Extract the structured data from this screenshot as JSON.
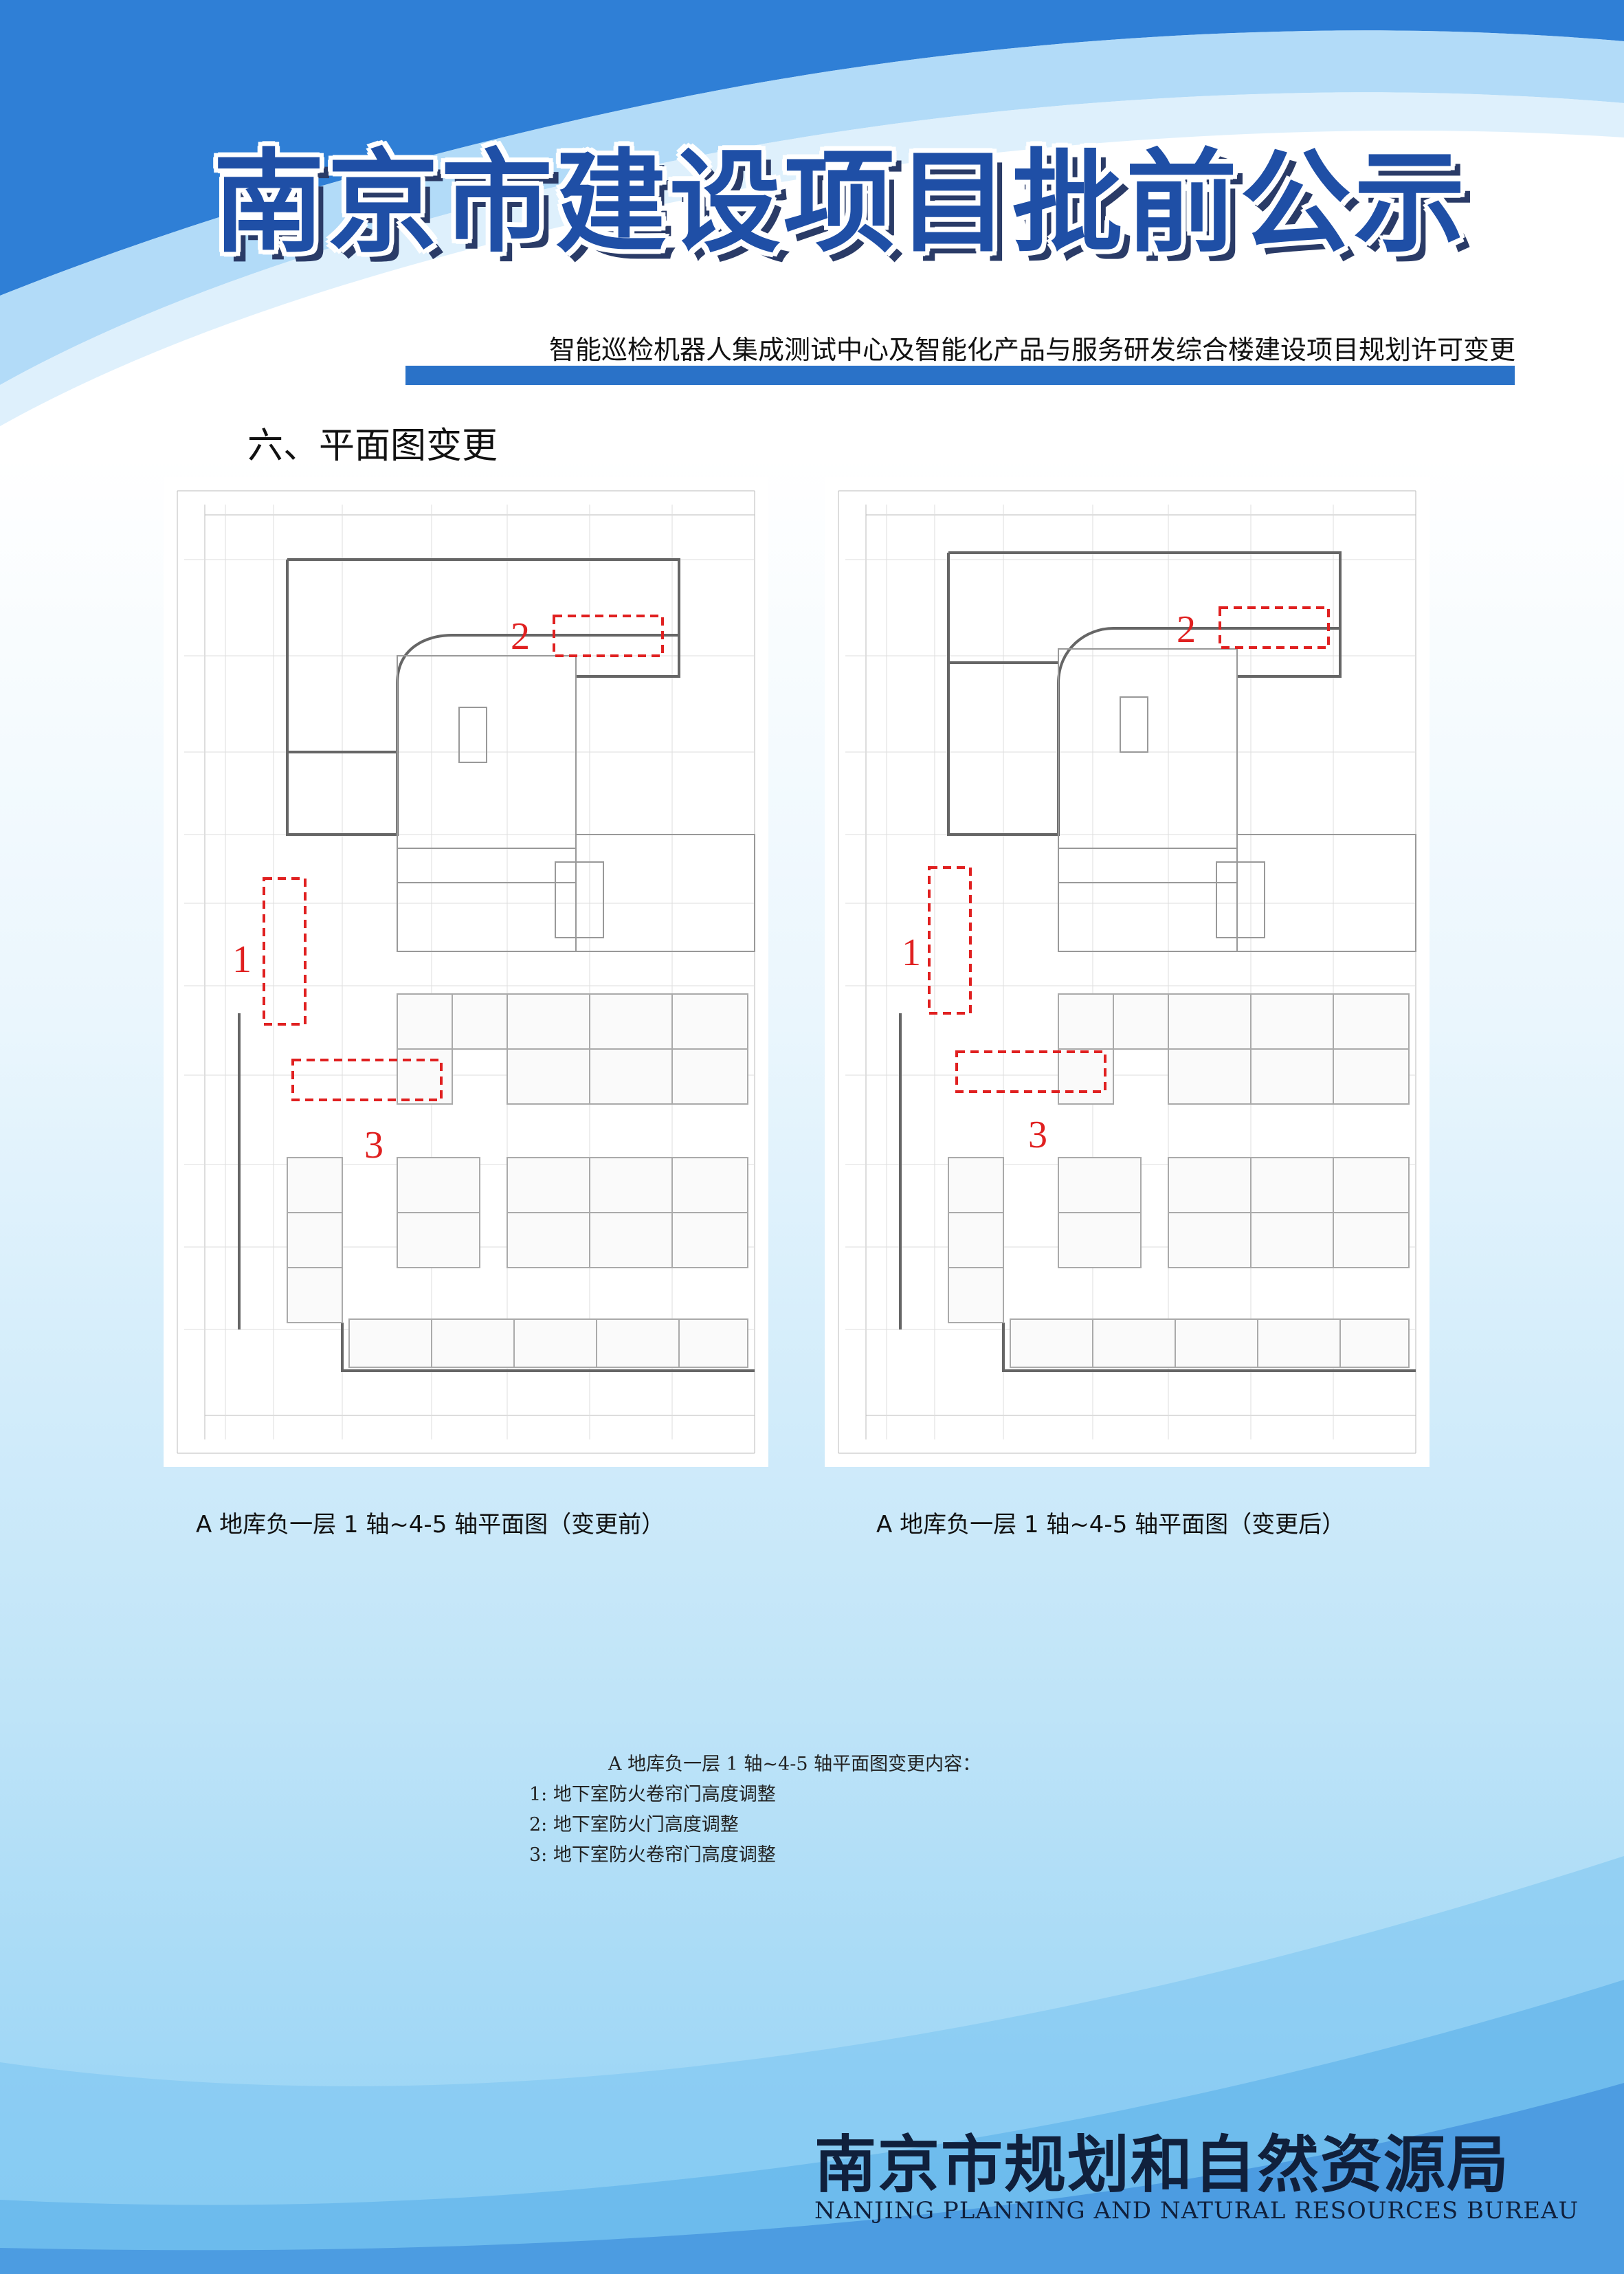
{
  "poster": {
    "title": "南京市建设项目批前公示",
    "subtitle": "智能巡检机器人集成测试中心及智能化产品与服务研发综合楼建设项目规划许可变更",
    "section": "六、平面图变更"
  },
  "plans": [
    {
      "caption": "A 地库负一层 1 轴~4-5 轴平面图（变更前）",
      "markers": [
        {
          "label": "1"
        },
        {
          "label": "2"
        },
        {
          "label": "3"
        }
      ]
    },
    {
      "caption": "A 地库负一层 1 轴~4-5 轴平面图（变更后）",
      "markers": [
        {
          "label": "1"
        },
        {
          "label": "2"
        },
        {
          "label": "3"
        }
      ]
    }
  ],
  "changes": {
    "title": "A 地库负一层 1 轴~4-5 轴平面图变更内容：",
    "items": [
      "1: 地下室防火卷帘门高度调整",
      "2:  地下室防火门高度调整",
      "3:  地下室防火卷帘门高度调整"
    ]
  },
  "footer": {
    "name": "南京市规划和自然资源局",
    "english": "NANJING PLANNING AND NATURAL RESOURCES BUREAU"
  },
  "colors": {
    "primary_blue": "#2a72c8",
    "title_blue": "#1f4fa6",
    "marker_red": "#e02020"
  }
}
